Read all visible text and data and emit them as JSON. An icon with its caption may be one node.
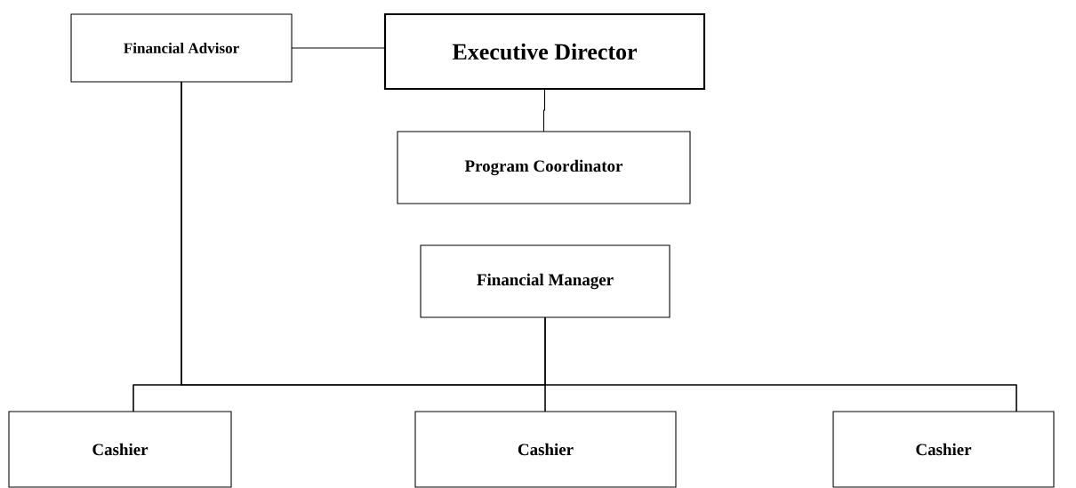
{
  "diagram": {
    "nodes": [
      {
        "text": [
          "Financial Advisor"
        ]
      },
      {
        "text": [
          "Executive Director"
        ]
      },
      {
        "text": [
          "Program Coordinator"
        ]
      },
      {
        "text": [
          "Financial Manager"
        ]
      },
      {
        "text": [
          "Cashier"
        ]
      },
      {
        "text": [
          "Cashier"
        ]
      },
      {
        "text": [
          "Cashier"
        ]
      }
    ],
    "edges": [
      {
        "from": 0,
        "to": 1,
        "arrow": "none"
      },
      {
        "from": 1,
        "to": 2,
        "arrow": "none"
      },
      {
        "from": 3,
        "to": 4,
        "arrow": "none"
      },
      {
        "from": 3,
        "to": 5,
        "arrow": "none"
      },
      {
        "from": 3,
        "to": 6,
        "arrow": "none"
      },
      {
        "from": 0,
        "to": 4,
        "arrow": "none"
      },
      {
        "from": 0,
        "to": 5,
        "arrow": "none"
      },
      {
        "from": 0,
        "to": 6,
        "arrow": "none"
      }
    ]
  }
}
